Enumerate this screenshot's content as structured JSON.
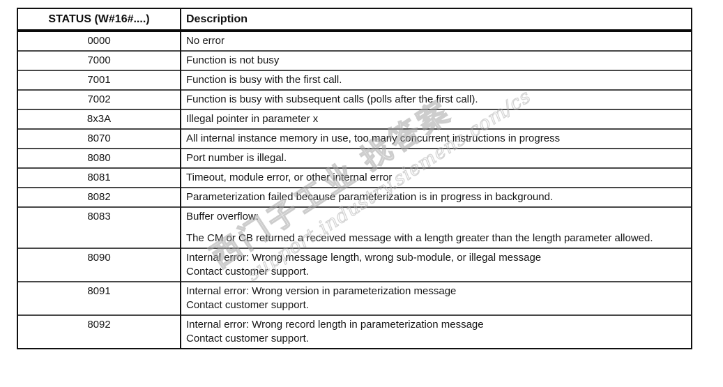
{
  "colors": {
    "background": "#ffffff",
    "text": "#161616",
    "table_border": "#101010",
    "inner_border": "#474747",
    "watermark": "#a6a6a6"
  },
  "watermark": {
    "line1": "西门子工业 找答案",
    "line2": "support.industry.siemens.com/cs"
  },
  "table": {
    "header": {
      "status": "STATUS (W#16#....)",
      "description": "Description"
    },
    "rows": [
      {
        "status": "0000",
        "lines": [
          "No error"
        ]
      },
      {
        "status": "7000",
        "lines": [
          "Function is not busy"
        ]
      },
      {
        "status": "7001",
        "lines": [
          "Function is busy with the first call."
        ]
      },
      {
        "status": "7002",
        "lines": [
          "Function is busy with subsequent calls (polls after the first call)."
        ]
      },
      {
        "status": "8x3A",
        "lines": [
          "Illegal pointer in parameter x"
        ]
      },
      {
        "status": "8070",
        "lines": [
          "All internal instance memory in use, too many concurrent instructions in progress"
        ]
      },
      {
        "status": "8080",
        "lines": [
          "Port number is illegal."
        ]
      },
      {
        "status": "8081",
        "lines": [
          "Timeout, module error, or other internal error"
        ]
      },
      {
        "status": "8082",
        "lines": [
          "Parameterization failed because parameterization is in progress in background."
        ]
      },
      {
        "status": "8083",
        "spaced": true,
        "lines": [
          "Buffer overflow:",
          "The CM or CB returned a received message with a length greater than the length parameter allowed."
        ]
      },
      {
        "status": "8090",
        "lines": [
          "Internal error: Wrong message length, wrong sub-module, or illegal message",
          "Contact customer support."
        ]
      },
      {
        "status": "8091",
        "lines": [
          "Internal error: Wrong version in parameterization message",
          "Contact customer support."
        ]
      },
      {
        "status": "8092",
        "lines": [
          "Internal error: Wrong record length in parameterization message",
          "Contact customer support."
        ]
      }
    ]
  }
}
